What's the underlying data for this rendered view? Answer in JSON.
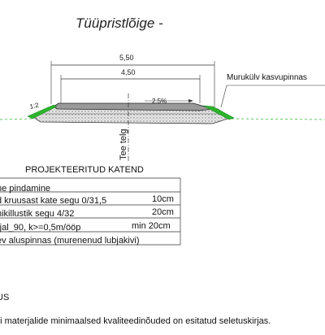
{
  "title": "Tüüpristlõige -",
  "dimensions": {
    "outer": "5,50",
    "inner": "4,50"
  },
  "labels": {
    "topsoil": "Murukülv kasvupinnas",
    "slope": "1:2",
    "cross_slope": "2.5%",
    "road_axis": "Tee telg"
  },
  "structure_table": {
    "title": "PROJEKTEERITUD KATEND",
    "layers": [
      {
        "name": "ne pindamine",
        "thickness": ""
      },
      {
        "name": "d kruusast kate segu 0/31,5",
        "thickness": "10cm"
      },
      {
        "name": "nikillustik segu 4/32",
        "thickness": "20cm"
      },
      {
        "name": "rjal_90, k>=0,5m/ööp",
        "thickness": "min 20cm"
      },
      {
        "name": "ev aluspinnas (murenenud lubjakivi)",
        "thickness": ""
      }
    ]
  },
  "notes": {
    "title": "US",
    "text": "di materjalide minimaalsed kvaliteedinõuded on esitatud seletuskirjas."
  },
  "colors": {
    "grass": "#2bb52b",
    "ground_line": "#3db83d",
    "fill": "#d9d9d9"
  }
}
